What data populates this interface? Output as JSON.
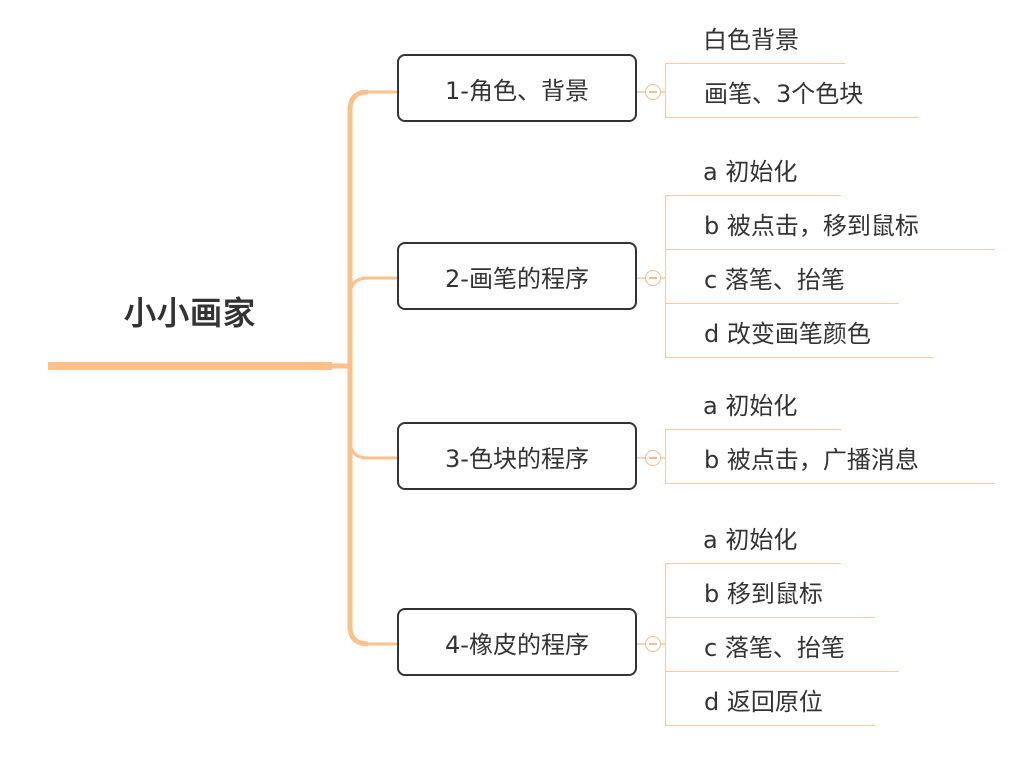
{
  "root": {
    "title": "小小画家"
  },
  "branches": [
    {
      "label": "1-角色、背景",
      "children": [
        "白色背景",
        "画笔、3个色块"
      ]
    },
    {
      "label": "2-画笔的程序",
      "children": [
        "a  初始化",
        "b  被点击，移到鼠标",
        "c  落笔、抬笔",
        "d  改变画笔颜色"
      ]
    },
    {
      "label": "3-色块的程序",
      "children": [
        "a  初始化",
        "b  被点击，广播消息"
      ]
    },
    {
      "label": "4-橡皮的程序",
      "children": [
        "a  初始化",
        "b  移到鼠标",
        "c  落笔、抬笔",
        "d  返回原位"
      ]
    }
  ],
  "colors": {
    "connector": "#fcc08b",
    "box_border": "#333333",
    "text": "#333333",
    "leaf_line": "#f5c9a4"
  }
}
